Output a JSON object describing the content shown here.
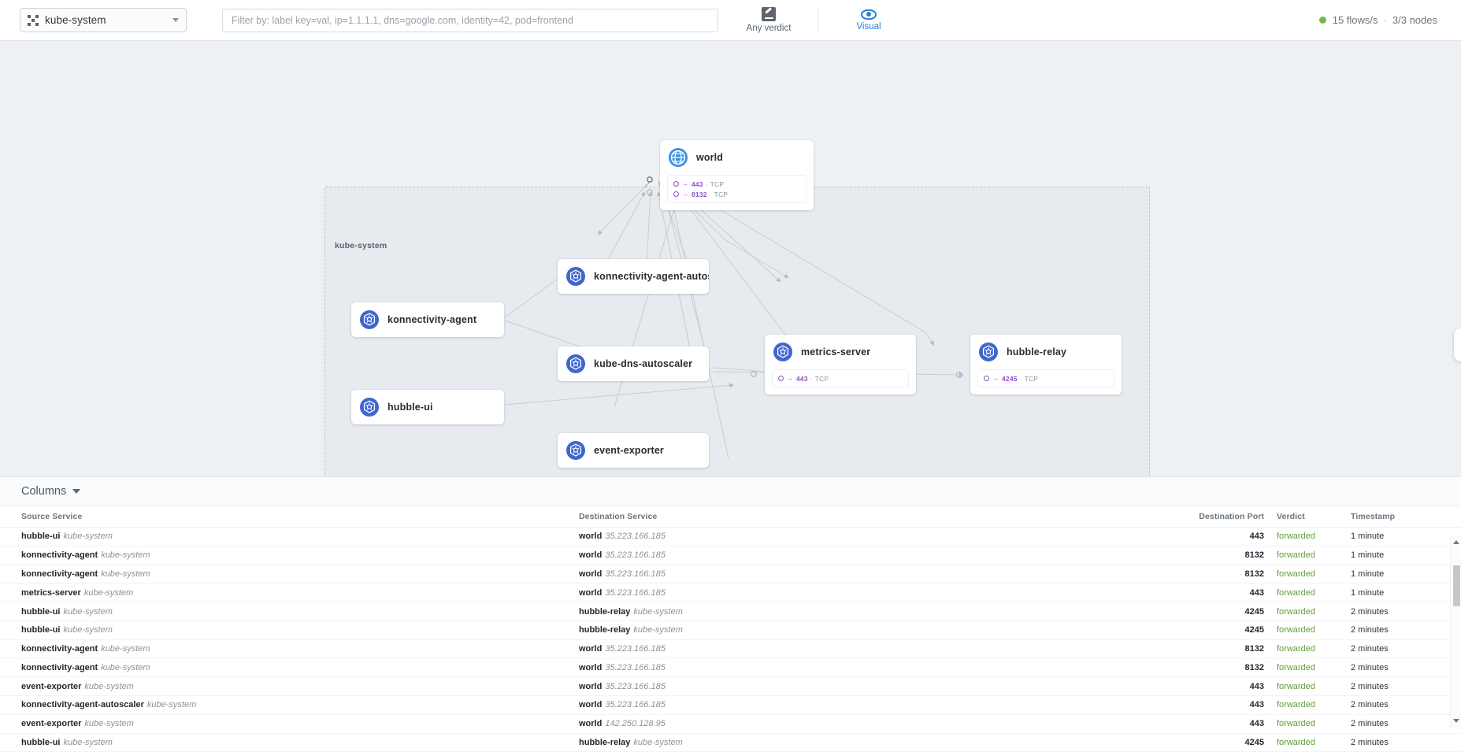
{
  "toolbar": {
    "namespace_selector": {
      "icon": "namespace-frame-icon",
      "value": "kube-system"
    },
    "filter": {
      "placeholder": "Filter by: label key=val, ip=1.1.1.1, dns=google.com, identity=42, pod=frontend",
      "value": ""
    },
    "verdict_button": {
      "icon": "gavel-icon",
      "label": "Any verdict"
    },
    "visual_button": {
      "icon": "eye-icon",
      "label": "Visual"
    },
    "status": {
      "indicator_color": "#72bb53",
      "flows": "15 flows/s",
      "separator": "·",
      "nodes": "3/3 nodes"
    }
  },
  "graph": {
    "namespace_box_label": "kube-system",
    "nodes": [
      {
        "id": "world",
        "label": "world",
        "icon": "globe-icon",
        "ports": [
          {
            "icon": "endpoint-circle-icon",
            "arrow": "→",
            "port": "443",
            "sep": "·",
            "protocol": "TCP"
          },
          {
            "icon": "endpoint-circle-icon",
            "arrow": "→",
            "port": "8132",
            "sep": "·",
            "protocol": "TCP"
          }
        ]
      },
      {
        "id": "konnectivity-agent-autoscaler",
        "label": "konnectivity-agent-autosc…",
        "icon": "kubernetes-icon",
        "ports": []
      },
      {
        "id": "konnectivity-agent",
        "label": "konnectivity-agent",
        "icon": "kubernetes-icon",
        "ports": []
      },
      {
        "id": "kube-dns-autoscaler",
        "label": "kube-dns-autoscaler",
        "icon": "kubernetes-icon",
        "ports": []
      },
      {
        "id": "hubble-ui",
        "label": "hubble-ui",
        "icon": "kubernetes-icon",
        "ports": []
      },
      {
        "id": "event-exporter",
        "label": "event-exporter",
        "icon": "kubernetes-icon",
        "ports": []
      },
      {
        "id": "metrics-server",
        "label": "metrics-server",
        "icon": "kubernetes-icon",
        "ports": [
          {
            "icon": "endpoint-circle-icon",
            "arrow": "→",
            "port": "443",
            "sep": "·",
            "protocol": "TCP"
          }
        ]
      },
      {
        "id": "hubble-relay",
        "label": "hubble-relay",
        "icon": "kubernetes-icon",
        "ports": [
          {
            "icon": "endpoint-circle-icon",
            "arrow": "→",
            "port": "4245",
            "sep": "·",
            "protocol": "TCP"
          }
        ]
      }
    ]
  },
  "table": {
    "columns_button_label": "Columns",
    "headers": {
      "source": "Source Service",
      "destination": "Destination Service",
      "port": "Destination Port",
      "verdict": "Verdict",
      "timestamp": "Timestamp"
    },
    "rows": [
      {
        "src_name": "hubble-ui",
        "src_meta": "kube-system",
        "dst_name": "world",
        "dst_meta": "35.223.166.185",
        "port": "443",
        "verdict": "forwarded",
        "timestamp": "1 minute"
      },
      {
        "src_name": "konnectivity-agent",
        "src_meta": "kube-system",
        "dst_name": "world",
        "dst_meta": "35.223.166.185",
        "port": "8132",
        "verdict": "forwarded",
        "timestamp": "1 minute"
      },
      {
        "src_name": "konnectivity-agent",
        "src_meta": "kube-system",
        "dst_name": "world",
        "dst_meta": "35.223.166.185",
        "port": "8132",
        "verdict": "forwarded",
        "timestamp": "1 minute"
      },
      {
        "src_name": "metrics-server",
        "src_meta": "kube-system",
        "dst_name": "world",
        "dst_meta": "35.223.166.185",
        "port": "443",
        "verdict": "forwarded",
        "timestamp": "1 minute"
      },
      {
        "src_name": "hubble-ui",
        "src_meta": "kube-system",
        "dst_name": "hubble-relay",
        "dst_meta": "kube-system",
        "port": "4245",
        "verdict": "forwarded",
        "timestamp": "2 minutes"
      },
      {
        "src_name": "hubble-ui",
        "src_meta": "kube-system",
        "dst_name": "hubble-relay",
        "dst_meta": "kube-system",
        "port": "4245",
        "verdict": "forwarded",
        "timestamp": "2 minutes"
      },
      {
        "src_name": "konnectivity-agent",
        "src_meta": "kube-system",
        "dst_name": "world",
        "dst_meta": "35.223.166.185",
        "port": "8132",
        "verdict": "forwarded",
        "timestamp": "2 minutes"
      },
      {
        "src_name": "konnectivity-agent",
        "src_meta": "kube-system",
        "dst_name": "world",
        "dst_meta": "35.223.166.185",
        "port": "8132",
        "verdict": "forwarded",
        "timestamp": "2 minutes"
      },
      {
        "src_name": "event-exporter",
        "src_meta": "kube-system",
        "dst_name": "world",
        "dst_meta": "35.223.166.185",
        "port": "443",
        "verdict": "forwarded",
        "timestamp": "2 minutes"
      },
      {
        "src_name": "konnectivity-agent-autoscaler",
        "src_meta": "kube-system",
        "dst_name": "world",
        "dst_meta": "35.223.166.185",
        "port": "443",
        "verdict": "forwarded",
        "timestamp": "2 minutes"
      },
      {
        "src_name": "event-exporter",
        "src_meta": "kube-system",
        "dst_name": "world",
        "dst_meta": "142.250.128.95",
        "port": "443",
        "verdict": "forwarded",
        "timestamp": "2 minutes"
      },
      {
        "src_name": "hubble-ui",
        "src_meta": "kube-system",
        "dst_name": "hubble-relay",
        "dst_meta": "kube-system",
        "port": "4245",
        "verdict": "forwarded",
        "timestamp": "2 minutes"
      }
    ]
  }
}
